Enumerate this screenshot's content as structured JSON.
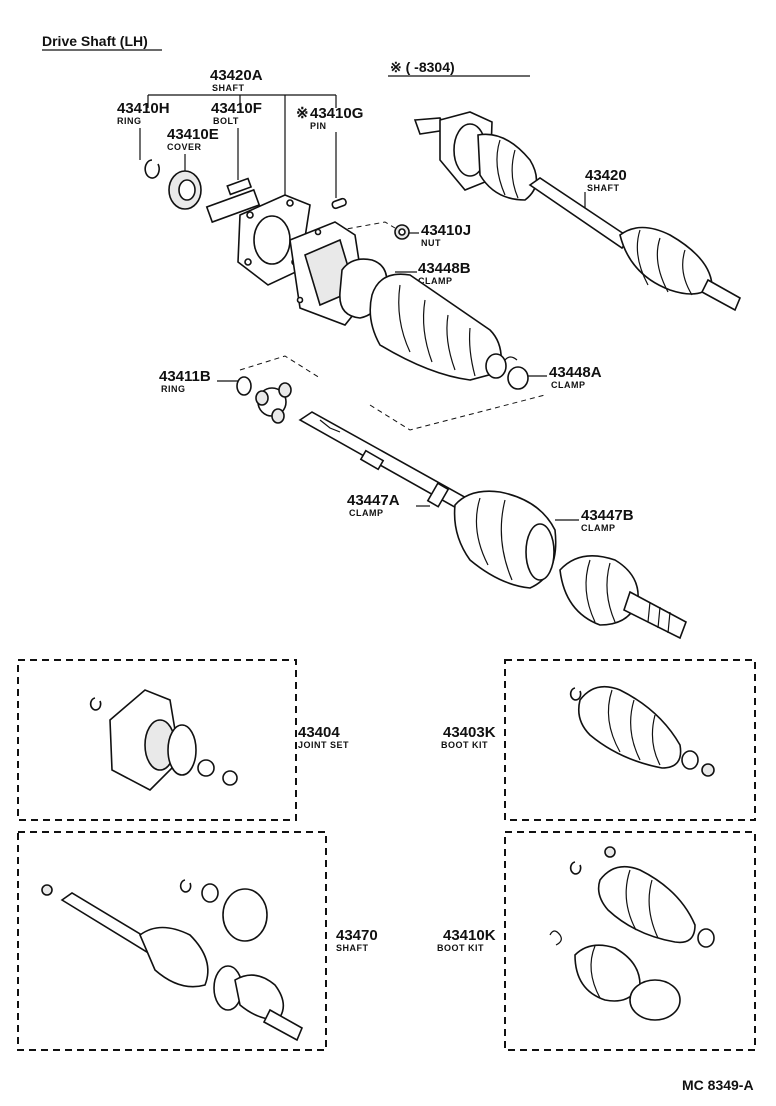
{
  "title": "Drive Shaft (LH)",
  "note": "※ (    -8304)",
  "footer_code": "MC 8349-A",
  "parts": [
    {
      "key": "p43420A",
      "number": "43420A",
      "desc": "SHAFT"
    },
    {
      "key": "p43410H",
      "number": "43410H",
      "desc": "RING"
    },
    {
      "key": "p43410F",
      "number": "43410F",
      "desc": "BOLT"
    },
    {
      "key": "p43410G",
      "number": "43410G",
      "desc": "PIN",
      "mark": "※"
    },
    {
      "key": "p43410E",
      "number": "43410E",
      "desc": "COVER"
    },
    {
      "key": "p43420",
      "number": "43420",
      "desc": "SHAFT"
    },
    {
      "key": "p43410J",
      "number": "43410J",
      "desc": "NUT"
    },
    {
      "key": "p43448B",
      "number": "43448B",
      "desc": "CLAMP"
    },
    {
      "key": "p43448A",
      "number": "43448A",
      "desc": "CLAMP"
    },
    {
      "key": "p43411B",
      "number": "43411B",
      "desc": "RING"
    },
    {
      "key": "p43447A",
      "number": "43447A",
      "desc": "CLAMP"
    },
    {
      "key": "p43447B",
      "number": "43447B",
      "desc": "CLAMP"
    }
  ],
  "kits": [
    {
      "key": "k43404",
      "number": "43404",
      "desc": "JOINT SET"
    },
    {
      "key": "k43403K",
      "number": "43403K",
      "desc": "BOOT KIT"
    },
    {
      "key": "k43470",
      "number": "43470",
      "desc": "SHAFT"
    },
    {
      "key": "k43410K",
      "number": "43410K",
      "desc": "BOOT KIT"
    }
  ]
}
